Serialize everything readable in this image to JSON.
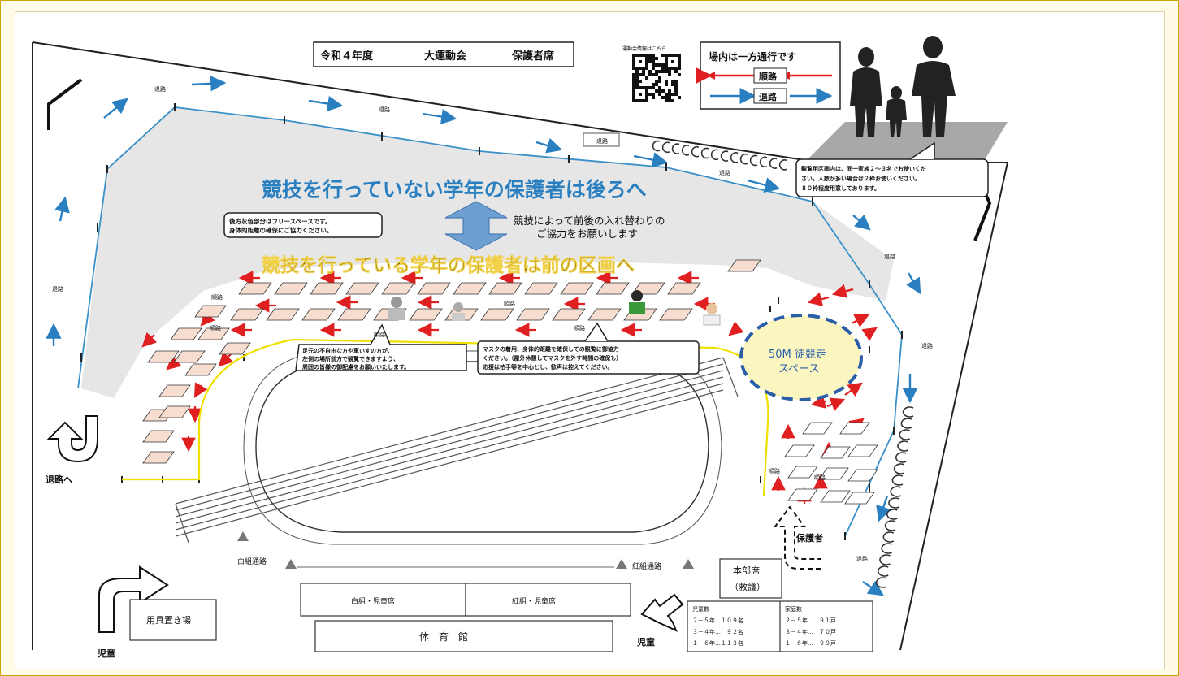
{
  "header": {
    "title_year": "令和４年度",
    "title_event": "大運動会",
    "title_section": "保護者席",
    "qr_caption": "運動会情報はこちら"
  },
  "legend": {
    "title": "場内は一方通行です",
    "entry_in": "順路",
    "entry_out": "退路",
    "color_in": "#e02020",
    "color_out": "#2a7fc0"
  },
  "banners": {
    "back_line": "競技を行っていない学年の保護者は後ろへ",
    "front_line": "競技を行っている学年の保護者は前の区画へ",
    "swap_line1": "競技によって前後の入れ替わりの",
    "swap_line2": "ご協力をお願いします"
  },
  "notes": {
    "free_space_l1": "後方灰色部分はフリースペースです。",
    "free_space_l2": "身体的距離の確保にご協力ください。",
    "feet_l1": "足元の不自由な方や車いすの方が、",
    "feet_l2": "左側の場所前方で観覧できますよう、",
    "feet_l3": "周囲の皆様の御配慮をお願いいたします。",
    "mask_l1": "マスクの着用、身体的距離を確保しての観覧に御協力",
    "mask_l2": "ください。（屋外休憩してマスクを外す時間の確保も）",
    "mask_l3": "応援は拍手等を中心とし、歓声は控えてください。",
    "viewing_l1": "観覧用区画内は、同一家族２～３名でお使いくだ",
    "viewing_l2": "さい。人数が多い場合は２枠お使いください。",
    "viewing_l3": "８０枠程度用意しております。"
  },
  "labels": {
    "exit_path": "退路",
    "route": "順路",
    "to_exit": "退路へ",
    "sprint_space_l1": "50M 徒競走",
    "sprint_space_l2": "スペース",
    "guardian": "保護者",
    "white_passage": "白組通路",
    "red_passage": "紅組通路",
    "hq_l1": "本部席",
    "hq_l2": "（救護）",
    "white_seats": "白組・児童席",
    "red_seats": "紅組・児童席",
    "gym": "体　育　館",
    "storage": "用具置き場",
    "student_left": "児童",
    "student_right": "児童",
    "toilet": "退路"
  },
  "stats": {
    "students_header": "児童数",
    "students_rows": [
      "２－５年…１０９名",
      "３－４年…　９２名",
      "１－６年…１１３名"
    ],
    "households_header": "家庭数",
    "households_rows": [
      "２－５年…　９１戸",
      "３－４年…　７０戸",
      "１－６年…　９９戸"
    ]
  },
  "colors": {
    "grey_area": "#e6e6e6",
    "box_fill": "#f6ddd0",
    "exit_blue": "#2a7fc0",
    "route_red": "#e02020",
    "track_yellow": "#f0e000",
    "sprint_fill": "#fbf6c0",
    "sprint_border": "#2a5ea8",
    "banner_blue": "#2a7fc0",
    "banner_gold": "#c9a000"
  }
}
